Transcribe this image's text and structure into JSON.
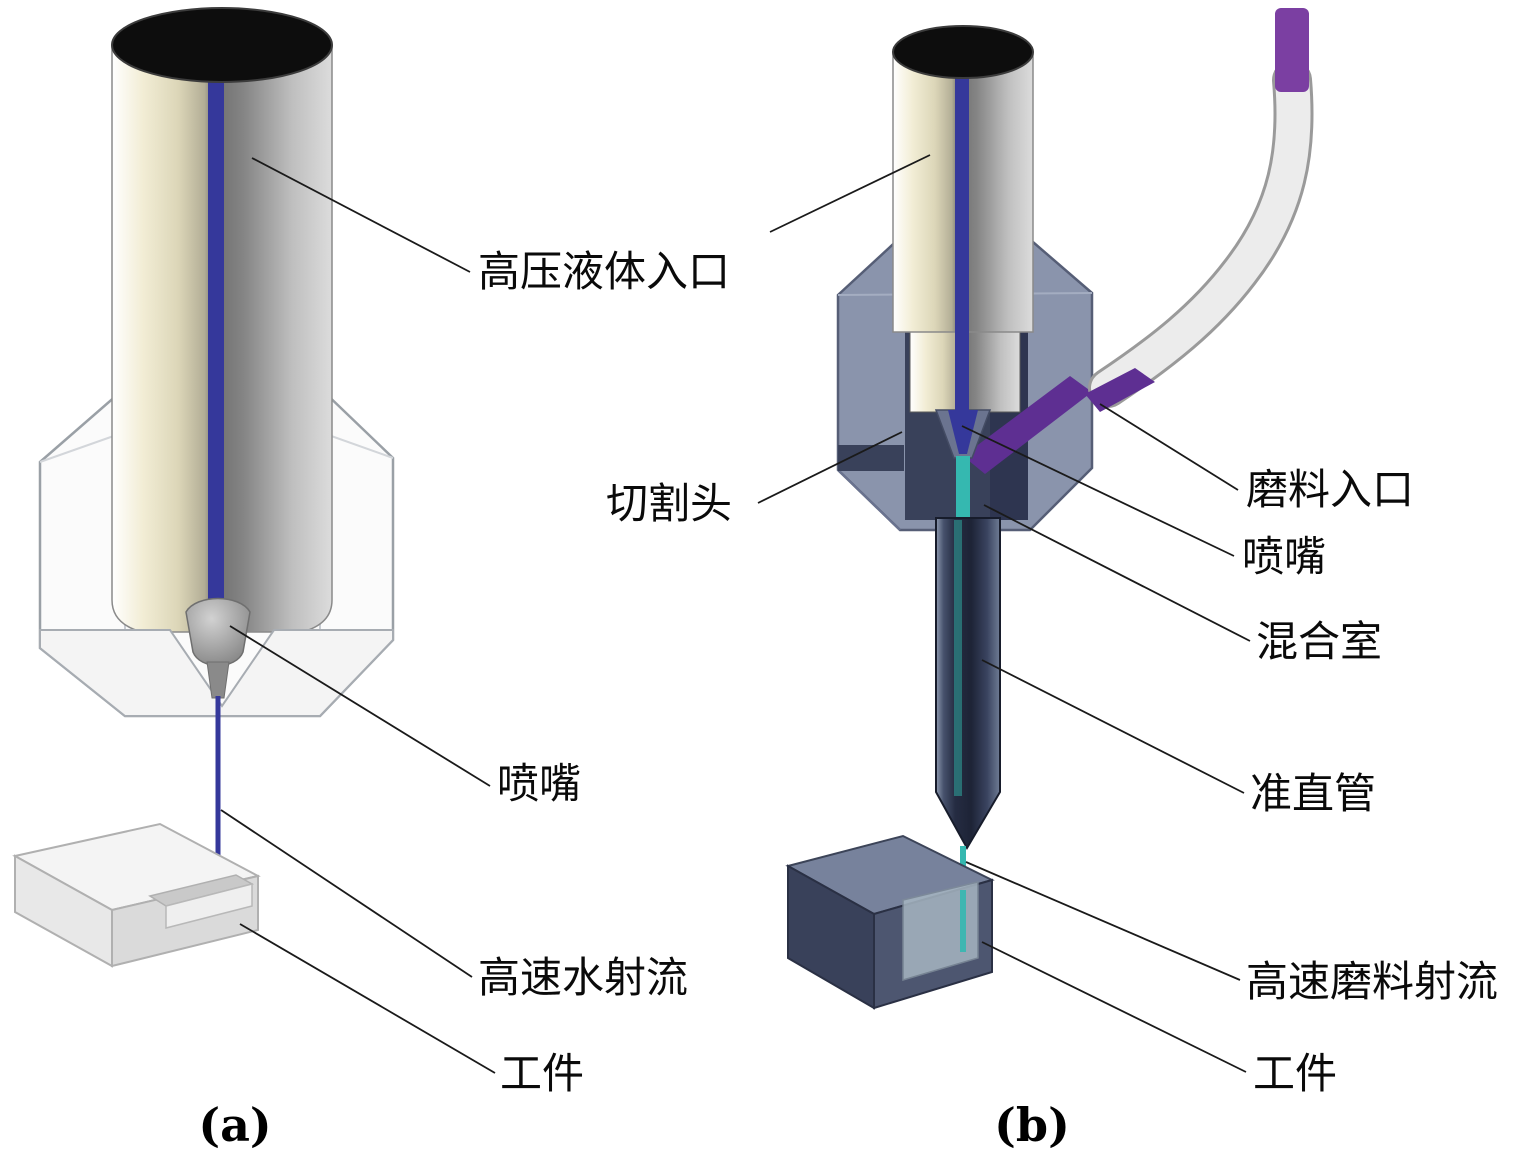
{
  "panel_a": {
    "caption": "(a)",
    "labels": {
      "high_pressure_inlet": "高压液体入口",
      "nozzle": "喷嘴",
      "water_jet": "高速水射流",
      "workpiece": "工件"
    }
  },
  "panel_b": {
    "caption": "(b)",
    "labels": {
      "cutting_head": "切割头",
      "abrasive_inlet": "磨料入口",
      "nozzle": "喷嘴",
      "mixing_chamber": "混合室",
      "collimating_tube": "准直管",
      "abrasive_jet": "高速磨料射流",
      "workpiece": "工件"
    }
  },
  "colors": {
    "water_channel": "#35389b",
    "abrasive_channel": "#5e2f92",
    "abrasive_tube_tip": "#7b3fa2",
    "abrasive_jet": "#35b8b0",
    "cap_black": "#0d0d0d",
    "head_body": "#8a94ac",
    "cavity_dark": "#39415a",
    "leader_line": "#1a1a1a"
  }
}
